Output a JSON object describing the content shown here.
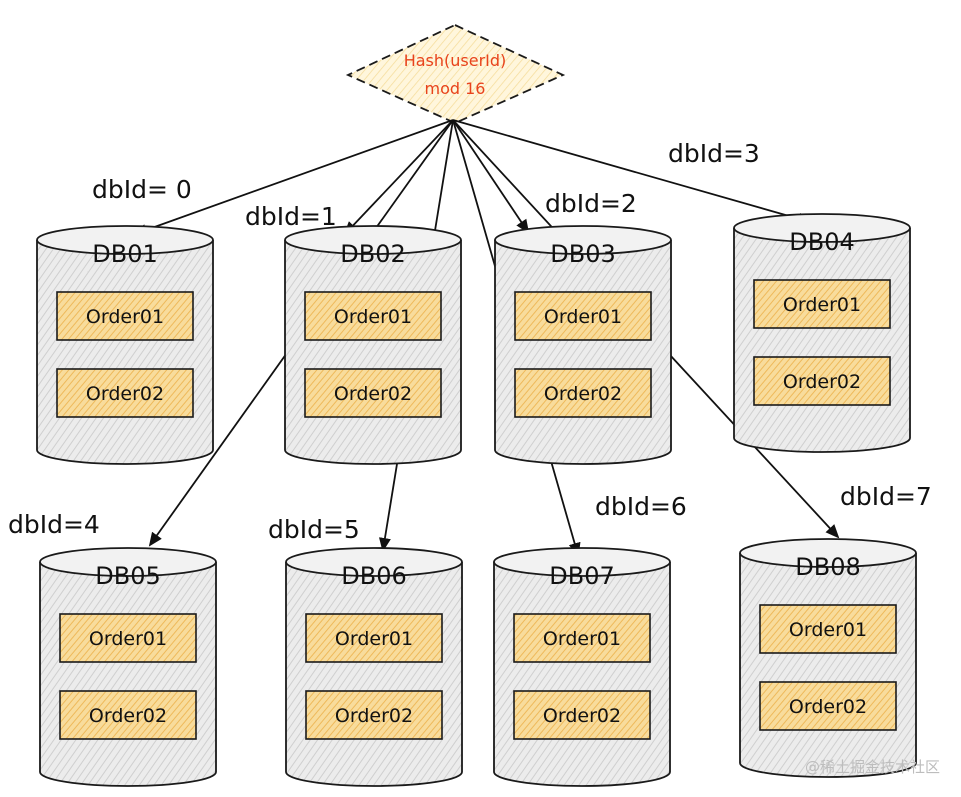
{
  "hash_node": {
    "line1": "Hash(userId)",
    "line2": "mod  16"
  },
  "databases": [
    {
      "name": "DB01",
      "label": "dbId= 0",
      "tables": [
        "Order01",
        "Order02"
      ]
    },
    {
      "name": "DB02",
      "label": "dbId=1",
      "tables": [
        "Order01",
        "Order02"
      ]
    },
    {
      "name": "DB03",
      "label": "dbId=2",
      "tables": [
        "Order01",
        "Order02"
      ]
    },
    {
      "name": "DB04",
      "label": "dbId=3",
      "tables": [
        "Order01",
        "Order02"
      ]
    },
    {
      "name": "DB05",
      "label": "dbId=4",
      "tables": [
        "Order01",
        "Order02"
      ]
    },
    {
      "name": "DB06",
      "label": "dbId=5",
      "tables": [
        "Order01",
        "Order02"
      ]
    },
    {
      "name": "DB07",
      "label": "dbId=6",
      "tables": [
        "Order01",
        "Order02"
      ]
    },
    {
      "name": "DB08",
      "label": "dbId=7",
      "tables": [
        "Order01",
        "Order02"
      ]
    }
  ],
  "colors": {
    "hash_fill": "#fdf0c8",
    "hash_text": "#e8431c",
    "table_fill": "#f5cf83",
    "cylinder_fill": "#e9e9e9",
    "stroke": "#1a1a1a"
  },
  "watermark": "@稀土掘金技术社区"
}
